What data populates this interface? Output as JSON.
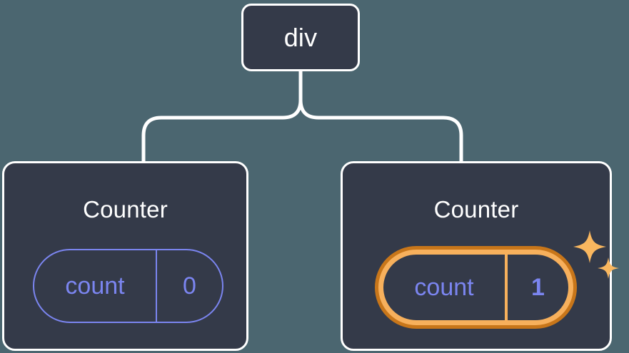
{
  "diagram": {
    "type": "component-tree",
    "background_color": "#4b6670",
    "node_fill_color": "#343a49",
    "node_border_color": "#ffffff",
    "connector_color": "#ffffff",
    "accent_color": "#7b85f0",
    "highlight_outer_color": "#c8761a",
    "highlight_inner_color": "#f7b05c",
    "sparkle_color": "#f9b75f"
  },
  "root": {
    "label": "div"
  },
  "children": [
    {
      "title": "Counter",
      "state": {
        "key": "count",
        "value": "0"
      },
      "highlighted": false
    },
    {
      "title": "Counter",
      "state": {
        "key": "count",
        "value": "1"
      },
      "highlighted": true,
      "sparkle_large": "sparkle-icon",
      "sparkle_small": "sparkle-icon"
    }
  ]
}
